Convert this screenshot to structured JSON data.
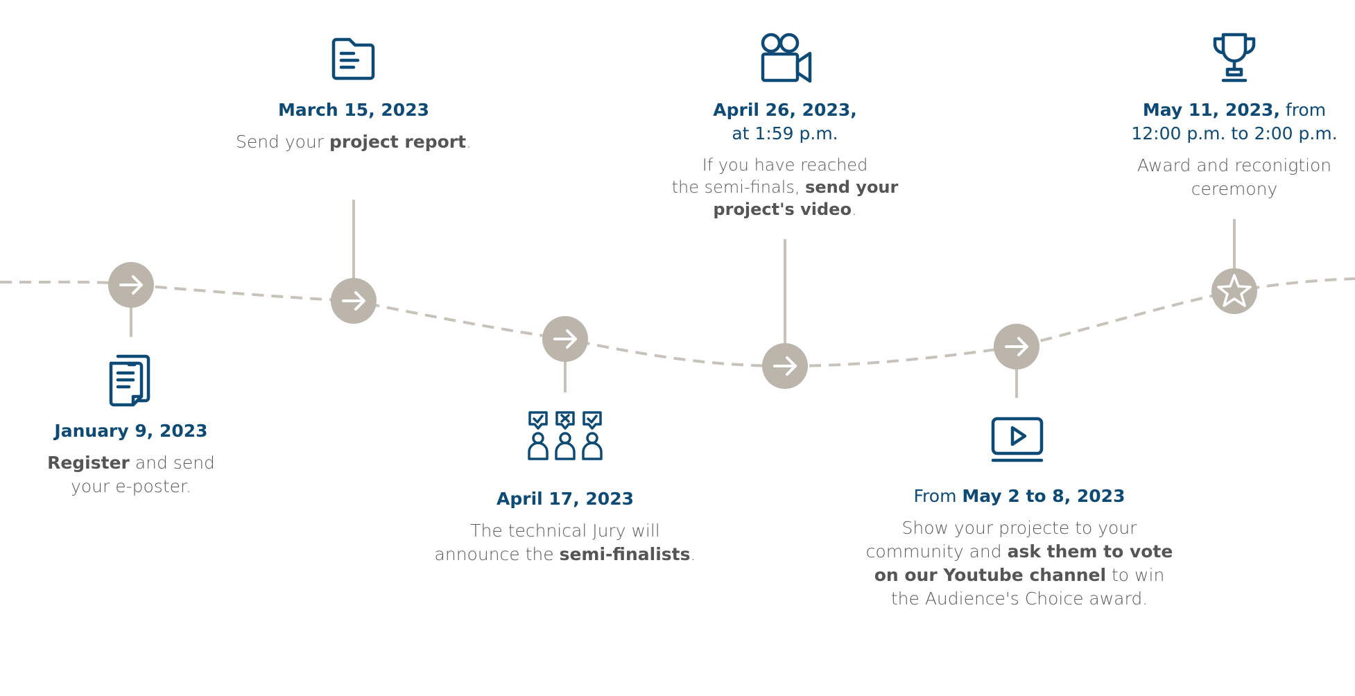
{
  "colors": {
    "accent": "#0d4a75",
    "node": "#bbb5ac",
    "line": "#c7c2ba",
    "text": "#5a5a5a"
  },
  "milestones": [
    {
      "id": "jan9",
      "icon": "documents-icon",
      "node_icon": "arrow-right-icon",
      "date": "January 9, 2023",
      "desc": {
        "b1": "Register",
        "t1": " and send",
        "t2": "your e-poster."
      }
    },
    {
      "id": "mar15",
      "icon": "folder-icon",
      "node_icon": "arrow-right-icon",
      "date": "March 15, 2023",
      "desc": {
        "t1": "Send your ",
        "b1": "project report",
        "t2": "."
      }
    },
    {
      "id": "apr17",
      "icon": "jury-icon",
      "node_icon": "arrow-right-icon",
      "date": "April 17, 2023",
      "desc": {
        "t1": "The technical Jury will",
        "t2": "announce the ",
        "b1": "semi-finalists",
        "t3": "."
      }
    },
    {
      "id": "apr26",
      "icon": "video-camera-icon",
      "node_icon": "arrow-right-icon",
      "date": "April 26, 2023,",
      "time": "at 1:59 p.m.",
      "desc": {
        "t1": "If you have reached",
        "t2": "the semi-finals, ",
        "b1": "send your",
        "b2": "project's video",
        "t3": "."
      }
    },
    {
      "id": "may2",
      "icon": "play-screen-icon",
      "node_icon": "arrow-right-icon",
      "date_prefix": "From ",
      "date": "May 2 to 8, 2023",
      "desc": {
        "t1": "Show your projecte to your",
        "t2": "community and ",
        "b1": "ask them to vote",
        "b2": "on our Youtube channel",
        "t3": " to win",
        "t4": "the Audience's Choice award."
      }
    },
    {
      "id": "may11",
      "icon": "trophy-icon",
      "node_icon": "star-icon",
      "date": "May 11, 2023,",
      "date_suffix": " from",
      "time": "12:00 p.m. to 2:00 p.m.",
      "desc": {
        "t1": "Award and reconigtion",
        "t2": "ceremony"
      }
    }
  ]
}
